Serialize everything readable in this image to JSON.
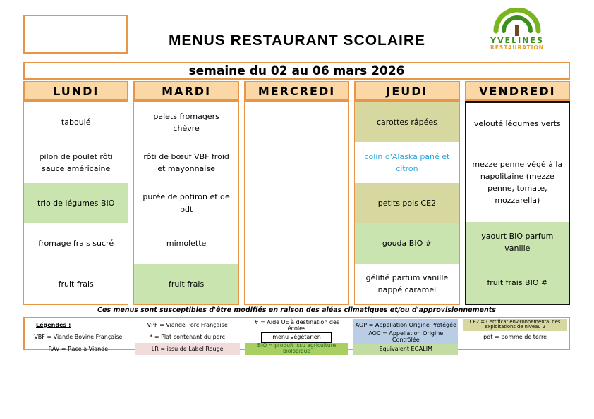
{
  "header": {
    "title": "MENUS RESTAURANT SCOLAIRE",
    "week": "semaine du 02 au 06 mars 2026",
    "logo_line1": "YVELINES",
    "logo_line2": "RESTAURATION"
  },
  "colors": {
    "orange": "#E8954A",
    "peach": "#FBD7A6",
    "green": "#C9E4AF",
    "tan": "#D7D89F",
    "fishblue": "#2CA6DE",
    "legpink": "#F2DCDB",
    "legblue": "#B9CDE5",
    "leggreen": "#C3DCA4",
    "legtan": "#D7D89F",
    "biobg": "#A9CE62",
    "biotext": "#1F6B1F"
  },
  "days": [
    {
      "label": "LUNDI",
      "highlight": false,
      "items": [
        {
          "text": "taboulé",
          "bg": "white"
        },
        {
          "text": "pilon de poulet rôti sauce américaine",
          "bg": "white"
        },
        {
          "text": "trio de légumes BIO",
          "bg": "green"
        },
        {
          "text": "fromage frais sucré",
          "bg": "white"
        },
        {
          "text": "fruit frais",
          "bg": "white"
        }
      ]
    },
    {
      "label": "MARDI",
      "highlight": false,
      "items": [
        {
          "text": "palets fromagers chèvre",
          "bg": "white"
        },
        {
          "text": "rôti de bœuf VBF froid et mayonnaise",
          "bg": "white"
        },
        {
          "text": "purée de potiron et de pdt",
          "bg": "white"
        },
        {
          "text": "mimolette",
          "bg": "white"
        },
        {
          "text": "fruit frais",
          "bg": "green"
        }
      ]
    },
    {
      "label": "MERCREDI",
      "highlight": false,
      "items": []
    },
    {
      "label": "JEUDI",
      "highlight": false,
      "items": [
        {
          "text": "carottes râpées",
          "bg": "tan"
        },
        {
          "text": "colin d'Alaska pané et citron",
          "bg": "white",
          "color": "blue"
        },
        {
          "text": "petits pois CE2",
          "bg": "tan"
        },
        {
          "text": "gouda BIO #",
          "bg": "green"
        },
        {
          "text": "gélifié parfum vanille nappé caramel",
          "bg": "white"
        }
      ]
    },
    {
      "label": "VENDREDI",
      "highlight": true,
      "items": [
        {
          "text": "velouté légumes verts",
          "bg": "white"
        },
        {
          "text": "mezze penne végé à la napolitaine (mezze penne, tomate, mozzarella)",
          "bg": "white",
          "span": 2
        },
        {
          "text": "yaourt BIO parfum vanille",
          "bg": "green"
        },
        {
          "text": "fruit frais BIO #",
          "bg": "green"
        }
      ]
    }
  ],
  "footnote": "Ces menus sont susceptibles d'être modifiés en raison des aléas climatiques et/ou d'approvisionnements",
  "legend": {
    "columns": [
      [
        {
          "text": "Légendes :",
          "style": "title"
        },
        {
          "text": "VBF = Viande Bovine Française"
        },
        {
          "text": "RAV = Race à Viande"
        }
      ],
      [
        {
          "text": "VPF = Viande Porc Française"
        },
        {
          "text": "* = Plat contenant du porc"
        },
        {
          "text": "LR = issu de Label Rouge",
          "style": "pink"
        }
      ],
      [
        {
          "text": "# = Aide UE à destination des écoles"
        },
        {
          "text": "menu végétarien",
          "style": "boxed"
        },
        {
          "text": "BIO = produit issu agriculture biologique",
          "style": "bio"
        }
      ],
      [
        {
          "text": "AOP = Appellation Origine Protégée",
          "style": "blue"
        },
        {
          "text": "AOC = Appellation Origine Contrôlée",
          "style": "blue"
        },
        {
          "text": "Equivalent EGALIM",
          "style": "green"
        }
      ],
      [
        {
          "text": "CE2 = Certificat environnemental des exploitations de niveau 2",
          "style": "tan"
        },
        {
          "text": "pdt = pomme de terre"
        },
        {
          "text": ""
        }
      ]
    ]
  }
}
